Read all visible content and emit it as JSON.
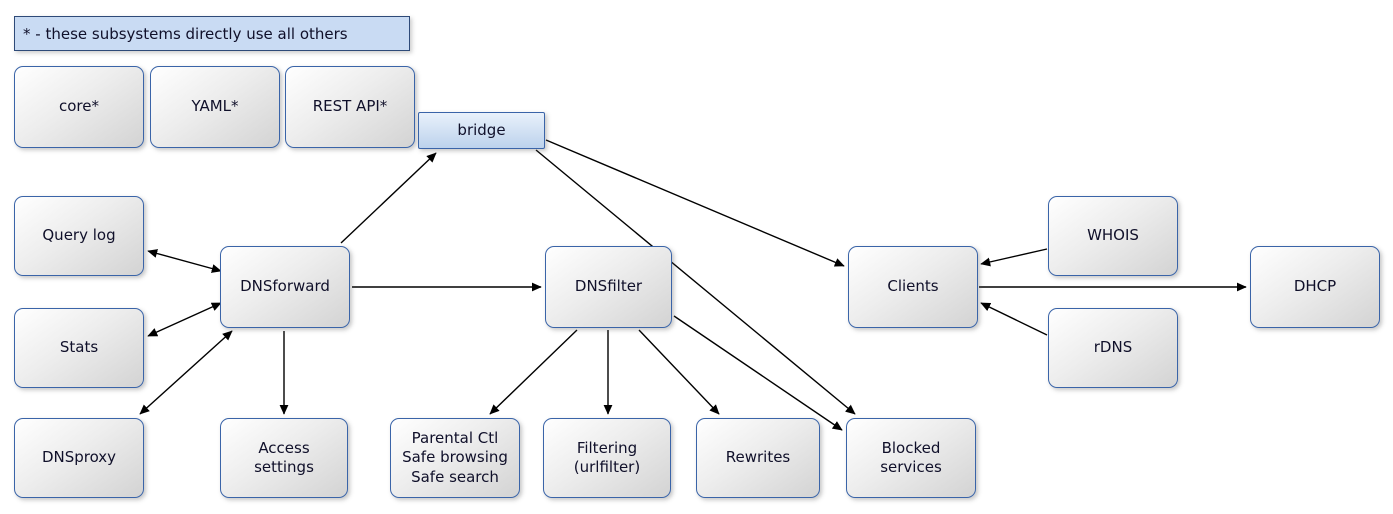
{
  "legend": {
    "text": "* - these subsystems directly use all others"
  },
  "nodes": {
    "core": {
      "label": "core*"
    },
    "yaml": {
      "label": "YAML*"
    },
    "restapi": {
      "label": "REST API*"
    },
    "bridge": {
      "label": "bridge"
    },
    "querylog": {
      "label": "Query log"
    },
    "stats": {
      "label": "Stats"
    },
    "dnsproxy": {
      "label": "DNSproxy"
    },
    "dnsforward": {
      "label": "DNSforward"
    },
    "access": {
      "label": "Access\nsettings"
    },
    "dnsfilter": {
      "label": "DNSfilter"
    },
    "parental": {
      "label": "Parental Ctl\nSafe browsing\nSafe search"
    },
    "filtering": {
      "label": "Filtering\n(urlfilter)"
    },
    "rewrites": {
      "label": "Rewrites"
    },
    "blocked": {
      "label": "Blocked\nservices"
    },
    "clients": {
      "label": "Clients"
    },
    "whois": {
      "label": "WHOIS"
    },
    "rdns": {
      "label": "rDNS"
    },
    "dhcp": {
      "label": "DHCP"
    }
  },
  "edges": [
    {
      "from": "DNSforward",
      "to": "bridge"
    },
    {
      "from": "bridge",
      "to": "Clients"
    },
    {
      "from": "bridge",
      "to": "Blocked services"
    },
    {
      "from": "DNSforward",
      "to": "Query log",
      "bidirectional": true
    },
    {
      "from": "DNSforward",
      "to": "Stats",
      "bidirectional": true
    },
    {
      "from": "DNSforward",
      "to": "DNSproxy",
      "bidirectional": true
    },
    {
      "from": "DNSforward",
      "to": "Access settings"
    },
    {
      "from": "DNSforward",
      "to": "DNSfilter"
    },
    {
      "from": "DNSfilter",
      "to": "Parental Ctl / Safe browsing / Safe search"
    },
    {
      "from": "DNSfilter",
      "to": "Filtering (urlfilter)"
    },
    {
      "from": "DNSfilter",
      "to": "Rewrites"
    },
    {
      "from": "DNSfilter",
      "to": "Blocked services"
    },
    {
      "from": "WHOIS",
      "to": "Clients"
    },
    {
      "from": "rDNS",
      "to": "Clients"
    },
    {
      "from": "Clients",
      "to": "DHCP"
    }
  ],
  "colors": {
    "node_border": "#3a64a8",
    "node_fill_top": "#ffffff",
    "node_fill_bottom": "#d3d3d3",
    "accent_fill": "#c9dbf3",
    "edge": "#000000"
  }
}
